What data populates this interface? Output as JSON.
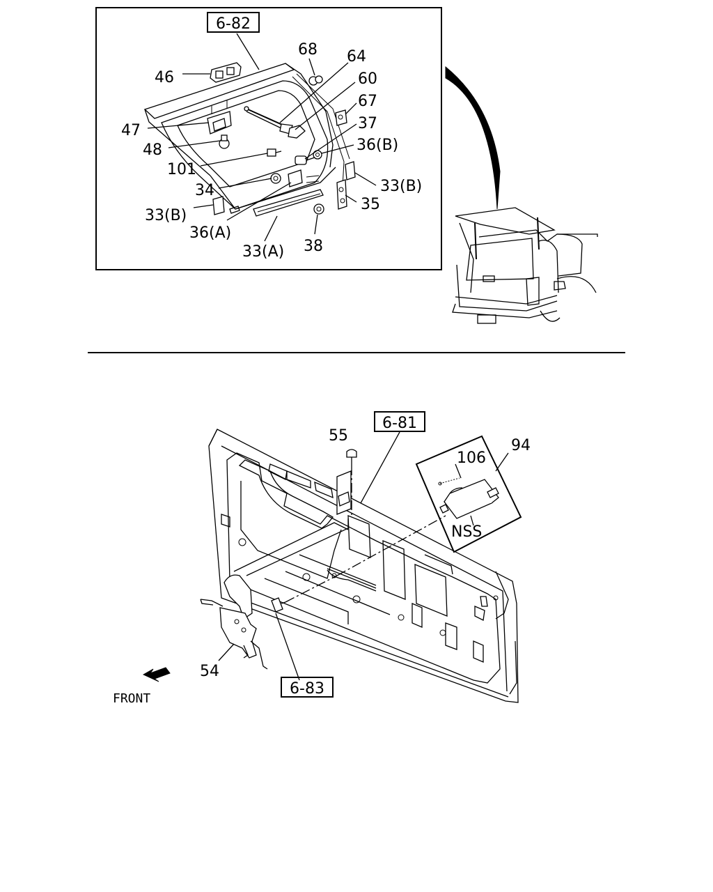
{
  "top_view": {
    "ref_box": "6-82",
    "labels": {
      "l46": "46",
      "l47": "47",
      "l48": "48",
      "l101": "101",
      "l34": "34",
      "l33b_left": "33(B)",
      "l36a": "36(A)",
      "l33a": "33(A)",
      "l38": "38",
      "l35": "35",
      "l33b_right": "33(B)",
      "l36b": "36(B)",
      "l37": "37",
      "l67": "67",
      "l60": "60",
      "l64": "64",
      "l68": "68"
    }
  },
  "bottom_view": {
    "ref_box_top": "6-81",
    "ref_box_bottom": "6-83",
    "labels": {
      "l55": "55",
      "l94": "94",
      "l106": "106",
      "l_nss": "NSS",
      "l54": "54",
      "front": "FRONT"
    }
  }
}
